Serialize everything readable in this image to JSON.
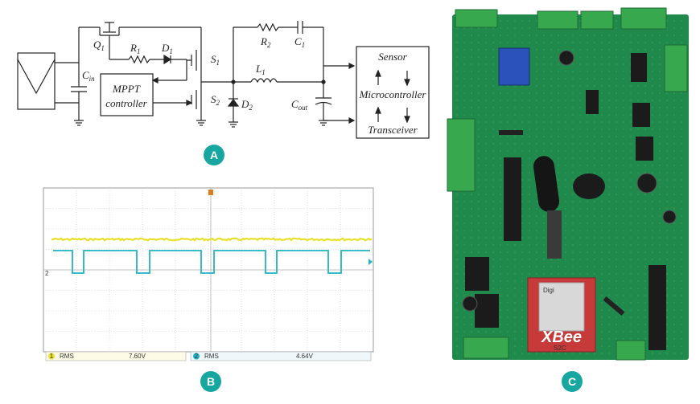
{
  "panel_a": {
    "badge": "A",
    "labels": {
      "q1": "Q",
      "q1_sub": "1",
      "r1": "R",
      "r1_sub": "1",
      "d1": "D",
      "d1_sub": "1",
      "s1": "S",
      "s1_sub": "1",
      "s2": "S",
      "s2_sub": "2",
      "cin": "C",
      "cin_sub": "in",
      "r2": "R",
      "r2_sub": "2",
      "c1": "C",
      "c1_sub": "1",
      "l1": "L",
      "l1_sub": "1",
      "d2": "D",
      "d2_sub": "2",
      "cout": "C",
      "cout_sub": "out"
    },
    "mppt_line1": "MPPT",
    "mppt_line2": "controller",
    "sensor": "Sensor",
    "microcontroller": "Microcontroller",
    "transceiver": "Transceiver"
  },
  "panel_b": {
    "badge": "B",
    "ch1_index": "1",
    "ch1_mode": "RMS",
    "ch1_value": "7.60V",
    "ch2_index": "2",
    "ch2_mode": "RMS",
    "ch2_value": "4.64V",
    "trace_colors": {
      "ch1": "#e8e02a",
      "ch2": "#1fb3c4"
    }
  },
  "panel_c": {
    "badge": "C",
    "module_brand": "XBee",
    "module_logo": "Digi",
    "module_model": "S2C",
    "board_color": "#1f8a4c"
  },
  "accent": "#17a7a0"
}
